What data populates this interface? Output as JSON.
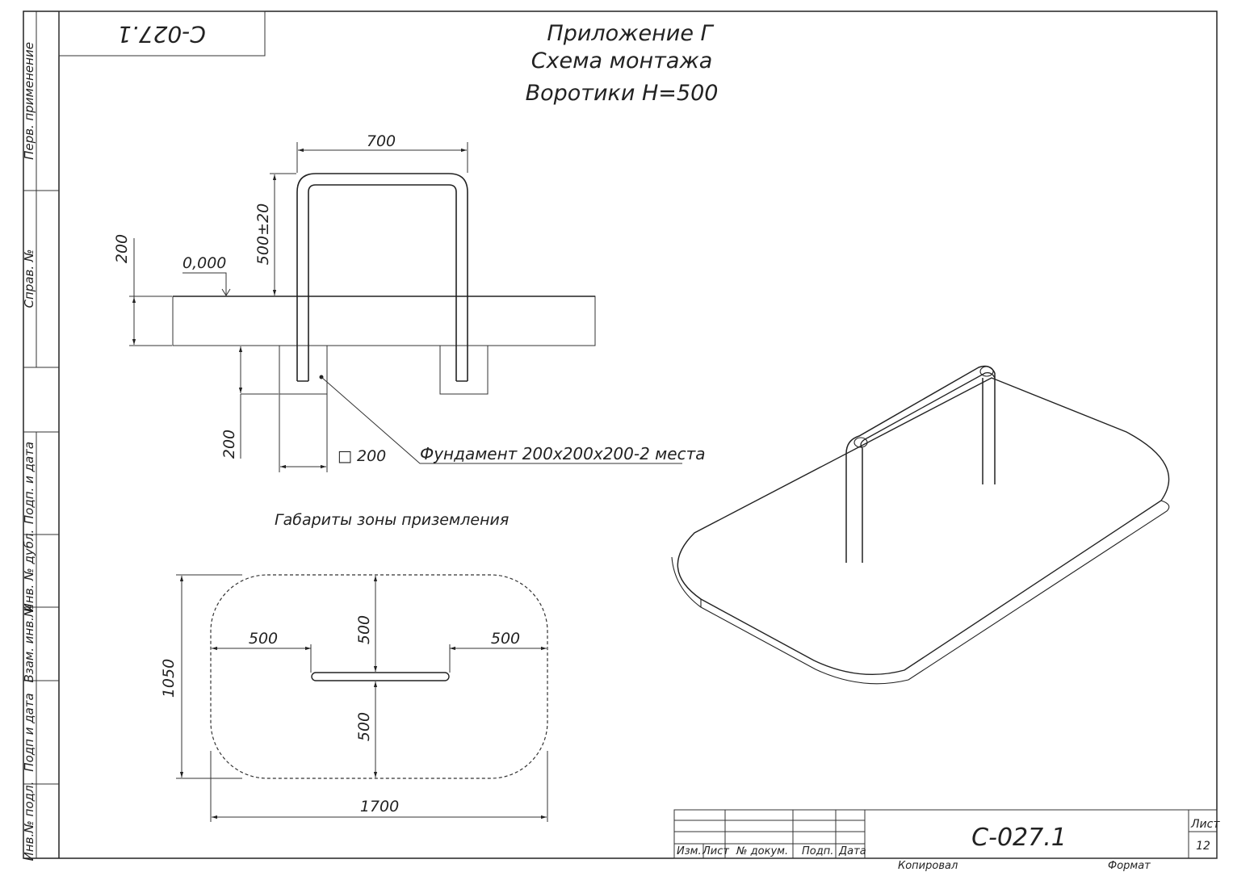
{
  "drawing": {
    "title_lines": [
      "Приложение Г",
      "Схема монтажа",
      "Воротики Н=500"
    ],
    "corner_stamp": "С-027.1",
    "side_stamp_labels": [
      "Перв. применение",
      "Справ. №",
      "Подп. и дата",
      "Инв. № дубл.",
      "Взам. инв.№",
      "Подп и дата",
      "Инв.№ подл."
    ]
  },
  "elevation": {
    "dim_width": "700",
    "dim_height": "500±20",
    "dim_slab": "200",
    "level_mark": "0,000",
    "dim_foundation_depth": "200",
    "dim_foundation_side": "□ 200",
    "foundation_callout": "Фундамент 200х200х200-2 места"
  },
  "plan": {
    "caption": "Габариты зоны приземления",
    "dim_left": "500",
    "dim_right": "500",
    "dim_top": "500",
    "dim_bottom": "500",
    "dim_total_height": "1050",
    "dim_total_width": "1700"
  },
  "title_block": {
    "col_izm_list": "Изм.",
    "col_list": "Лист",
    "col_doc": "№ докум.",
    "col_sign": "Подп.",
    "col_date": "Дата",
    "designation": "С-027.1",
    "sheet_label": "Лист",
    "sheet_number": "12",
    "copied_label": "Копировал",
    "format_label": "Формат"
  }
}
